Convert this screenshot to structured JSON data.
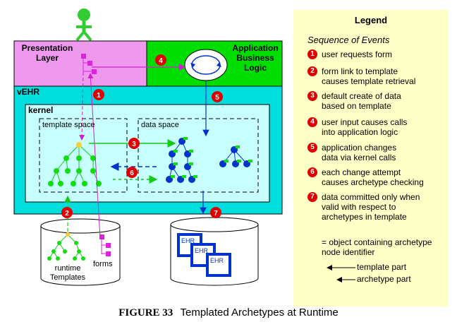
{
  "diagram": {
    "presentation_layer": "Presentation\nLayer",
    "app_logic": "Application\nBusiness\nLogic",
    "vehr": "vEHR",
    "kernel": "kernel",
    "template_space": "template space",
    "data_space": "data space",
    "runtime_templates": "runtime\nTemplates",
    "forms": "forms",
    "ehr_labels": [
      "EHR",
      "EHR",
      "EHR"
    ],
    "steps": [
      "1",
      "2",
      "3",
      "4",
      "5",
      "6",
      "7"
    ]
  },
  "legend": {
    "title": "Legend",
    "subtitle": "Sequence of Events",
    "events": [
      {
        "num": "1",
        "text": "user requests form"
      },
      {
        "num": "2",
        "text": "form link to template\ncauses template retrieval"
      },
      {
        "num": "3",
        "text": "default create of data\nbased on template"
      },
      {
        "num": "4",
        "text": "user input causes calls\ninto application logic"
      },
      {
        "num": "5",
        "text": "application changes\ndata via kernel calls"
      },
      {
        "num": "6",
        "text": "each change attempt\ncauses archetype checking"
      },
      {
        "num": "7",
        "text": "data committed only when\nvalid with respect to\narchetypes in template"
      }
    ],
    "object_note": "= object containing archetype\nnode identifier",
    "template_part": "template part",
    "archetype_part": "archetype part"
  },
  "caption": {
    "figure": "FIGURE 33",
    "title": "Templated Archetypes at Runtime"
  },
  "colors": {
    "presentation": "#ee99ee",
    "app_logic": "#00dd00",
    "vehr": "#00dddd",
    "kernel": "#c8ffff",
    "legend_bg": "#ffffc8",
    "step_badge": "#e00000",
    "green": "#11dd11",
    "magenta": "#dd22dd",
    "blue": "#0033cc"
  }
}
